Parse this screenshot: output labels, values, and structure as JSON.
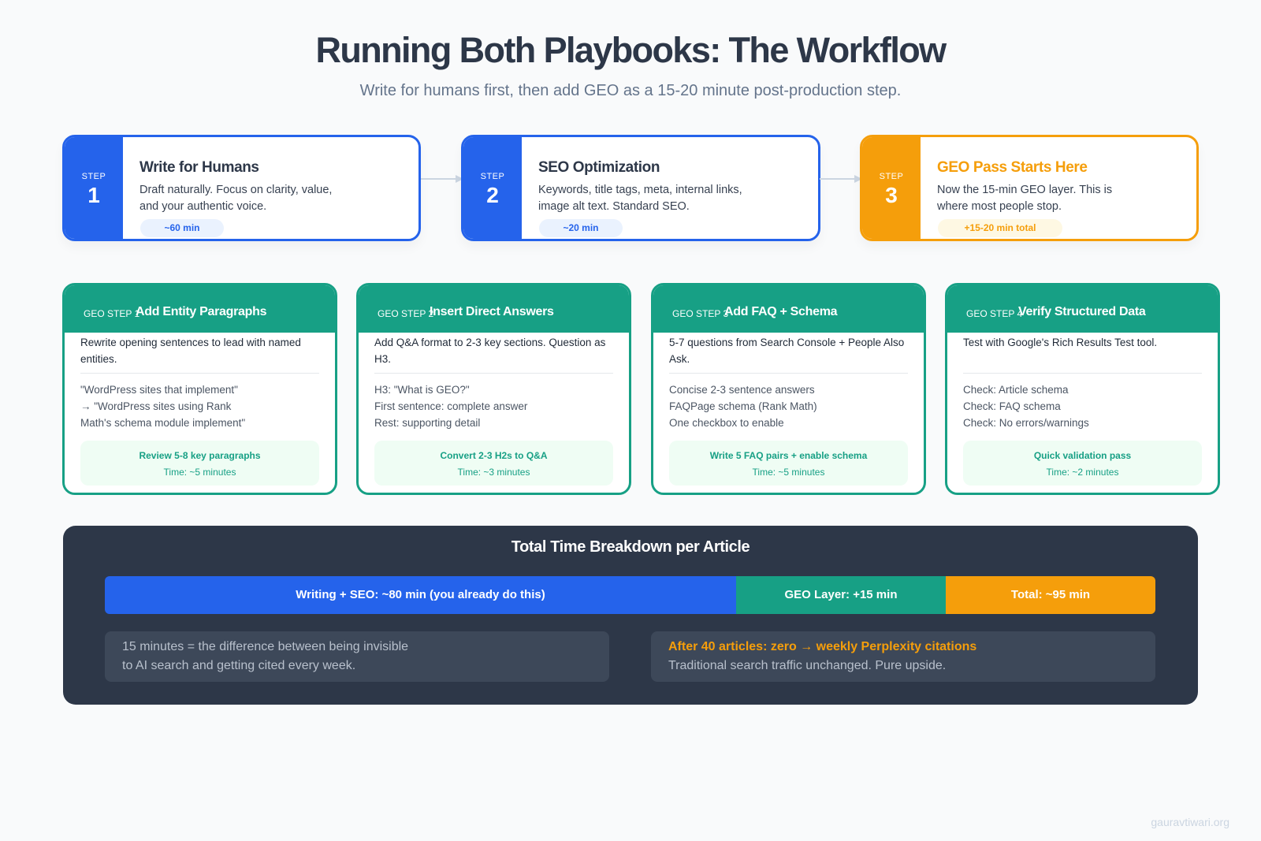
{
  "header": {
    "title": "Running Both Playbooks: The Workflow",
    "subtitle": "Write for humans first, then add GEO as a 15-20 minute post-production step."
  },
  "steps": [
    {
      "label": "STEP",
      "number": "1",
      "title": "Write for Humans",
      "description": "Draft naturally. Focus on clarity, value, and your authentic voice.",
      "time": "~60 min"
    },
    {
      "label": "STEP",
      "number": "2",
      "title": "SEO Optimization",
      "description": "Keywords, title tags, meta, internal links, image alt text. Standard SEO.",
      "time": "~20 min"
    },
    {
      "label": "STEP",
      "number": "3",
      "title": "GEO Pass Starts Here",
      "description": "Now the 15-min GEO layer. This is where most people stop.",
      "time": "+15-20 min total"
    }
  ],
  "geo_steps": [
    {
      "step_label": "GEO STEP 1",
      "title": "Add Entity Paragraphs",
      "description": "Rewrite opening sentences to lead with named entities.",
      "details": [
        "\"WordPress sites that implement\"",
        "→ \"WordPress sites using Rank",
        "Math's schema module implement\""
      ],
      "footer_title": "Review 5-8 key paragraphs",
      "footer_time": "Time: ~5 minutes"
    },
    {
      "step_label": "GEO STEP 2",
      "title": "Insert Direct Answers",
      "description": "Add Q&A format to 2-3 key sections. Question as H3.",
      "details": [
        "H3: \"What is GEO?\"",
        "First sentence: complete answer",
        "Rest: supporting detail"
      ],
      "footer_title": "Convert 2-3 H2s to Q&A",
      "footer_time": "Time: ~3 minutes"
    },
    {
      "step_label": "GEO STEP 3",
      "title": "Add FAQ + Schema",
      "description": "5-7 questions from Search Console + People Also Ask.",
      "details": [
        "Concise 2-3 sentence answers",
        "FAQPage schema (Rank Math)",
        "One checkbox to enable"
      ],
      "footer_title": "Write 5 FAQ pairs + enable schema",
      "footer_time": "Time: ~5 minutes"
    },
    {
      "step_label": "GEO STEP 4",
      "title": "Verify Structured Data",
      "description": "Test with Google's Rich Results Test tool.",
      "details": [
        "Check: Article schema",
        "Check: FAQ schema",
        "Check: No errors/warnings"
      ],
      "footer_title": "Quick validation pass",
      "footer_time": "Time: ~2 minutes"
    }
  ],
  "breakdown": {
    "title": "Total Time Breakdown per Article",
    "segments": [
      {
        "label": "Writing + SEO: ~80 min (you already do this)"
      },
      {
        "label": "GEO Layer: +15 min"
      },
      {
        "label": "Total: ~95 min"
      }
    ],
    "note_left": {
      "line1": "15 minutes = the difference between being invisible",
      "line2": "to AI search and getting cited every week."
    },
    "note_right": {
      "line1": "After 40 articles: zero → weekly Perplexity citations",
      "line2": "Traditional search traffic unchanged. Pure upside."
    }
  },
  "footer": {
    "watermark": "gauravtiwari.org"
  },
  "colors": {
    "blue": "#2563eb",
    "green": "#17a085",
    "orange": "#f59e0b",
    "dark": "#2d3748"
  }
}
